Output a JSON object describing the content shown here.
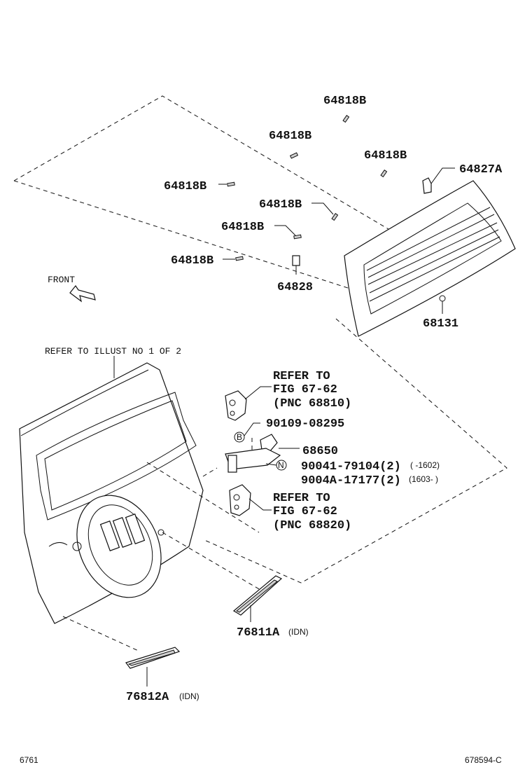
{
  "labels": {
    "pin_top": "64818B",
    "pin_2": "64818B",
    "pin_3": "64818B",
    "pin_left": "64818B",
    "pin_mid": "64818B",
    "pin_5": "64818B",
    "pin_6": "64818B",
    "bracket_a": "64827A",
    "clip": "64828",
    "glass": "68131",
    "front": "FRONT",
    "refer_illust": "REFER TO ILLUST NO 1 OF 2",
    "refer1_line1": "REFER TO",
    "refer1_line2": "FIG 67-62",
    "refer1_line3": "(PNC 68810)",
    "bolt": "90109-08295",
    "bolt_marker": "B",
    "stay": "68650",
    "nut_marker": "N",
    "nut1": "90041-79104(2)",
    "nut1_range": "(     -1602)",
    "nut2": "9004A-17177(2)",
    "nut2_range": "(1603-     )",
    "refer2_line1": "REFER TO",
    "refer2_line2": "FIG 67-62",
    "refer2_line3": "(PNC 68820)",
    "molding_r": "76811A",
    "molding_r_note": "(IDN)",
    "molding_l": "76812A",
    "molding_l_note": "(IDN)",
    "page_code": "6761",
    "diagram_code": "678594-C"
  }
}
